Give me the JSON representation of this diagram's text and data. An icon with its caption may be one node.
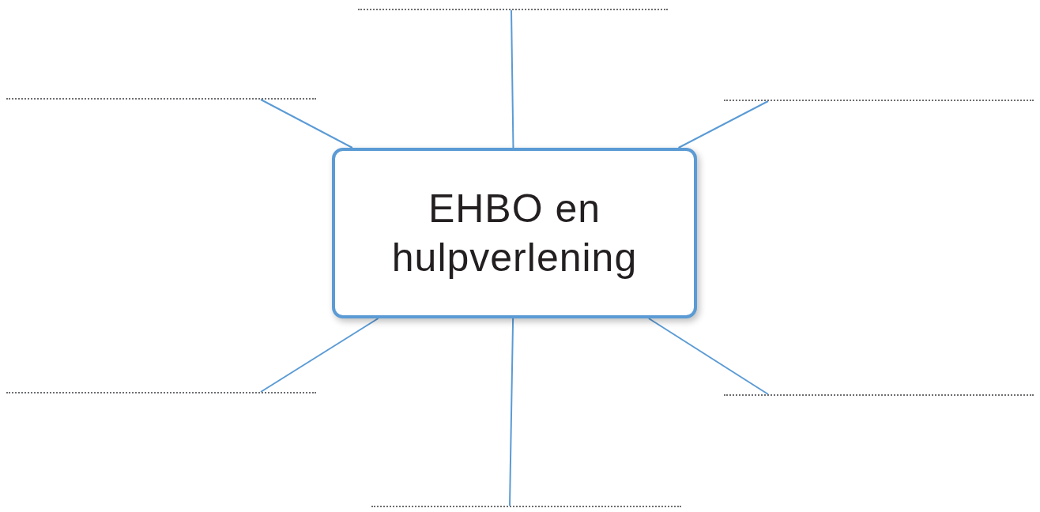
{
  "diagram": {
    "nodes": [
      {
        "text": [
          "EHBO en hulpverlening"
        ]
      },
      {
        "text": [],
        "shape": "line"
      },
      {
        "text": [],
        "shape": "line"
      },
      {
        "text": [],
        "shape": "line"
      },
      {
        "text": [],
        "shape": "line"
      },
      {
        "text": [],
        "shape": "line"
      },
      {
        "text": [],
        "shape": "line"
      }
    ],
    "edges": [
      {
        "from": 0,
        "to": 1,
        "arrow": "none"
      },
      {
        "from": 0,
        "to": 2,
        "arrow": "none"
      },
      {
        "from": 0,
        "to": 3,
        "arrow": "none"
      },
      {
        "from": 0,
        "to": 4,
        "arrow": "none"
      },
      {
        "from": 0,
        "to": 5,
        "arrow": "none"
      },
      {
        "from": 0,
        "to": 6,
        "arrow": "none"
      }
    ]
  }
}
